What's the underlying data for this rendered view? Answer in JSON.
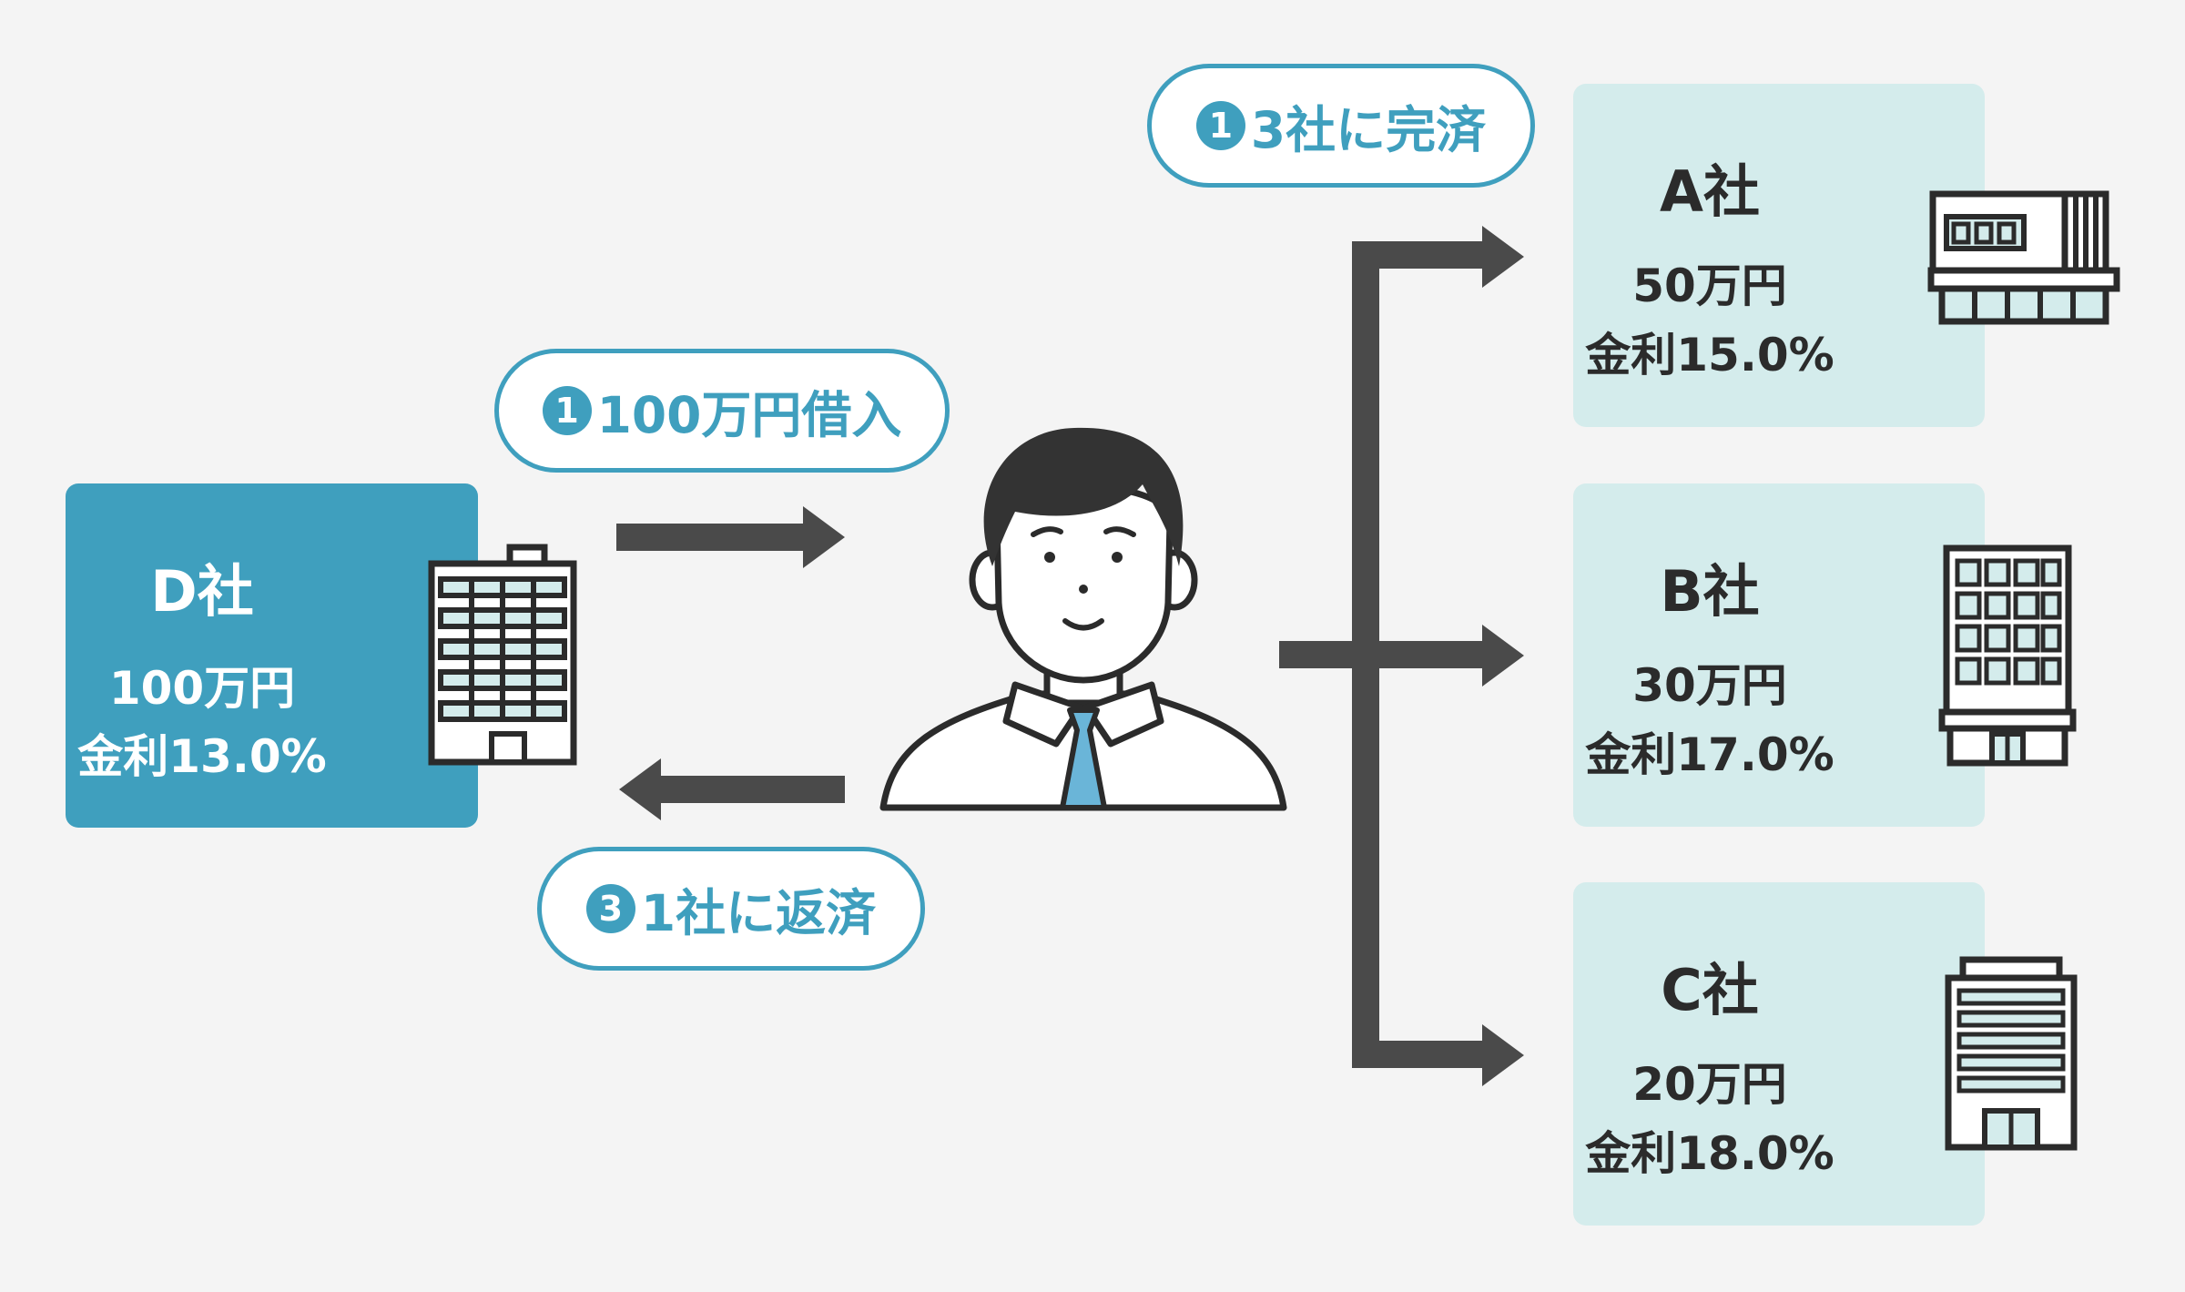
{
  "steps": {
    "step1_borrow": {
      "num": "1",
      "text": "100万円借入"
    },
    "step2_repay_three": {
      "num": "1",
      "text": "3社に完済"
    },
    "step3_repay_one": {
      "num": "3",
      "text": "1社に返済"
    }
  },
  "companies": {
    "d": {
      "name": "D社",
      "amount": "100万円",
      "rate": "金利13.0%"
    },
    "a": {
      "name": "A社",
      "amount": "50万円",
      "rate": "金利15.0%"
    },
    "b": {
      "name": "B社",
      "amount": "30万円",
      "rate": "金利17.0%"
    },
    "c": {
      "name": "C社",
      "amount": "20万円",
      "rate": "金利18.0%"
    }
  },
  "colors": {
    "accent": "#3f9fbe",
    "box_light": "#d4ecec",
    "arrow": "#4a4a4a",
    "background": "#f4f4f4"
  },
  "icons": {
    "d": "office-building-icon",
    "a": "store-building-icon",
    "b": "tower-building-icon",
    "c": "corporate-building-icon",
    "person": "businessman-icon"
  }
}
